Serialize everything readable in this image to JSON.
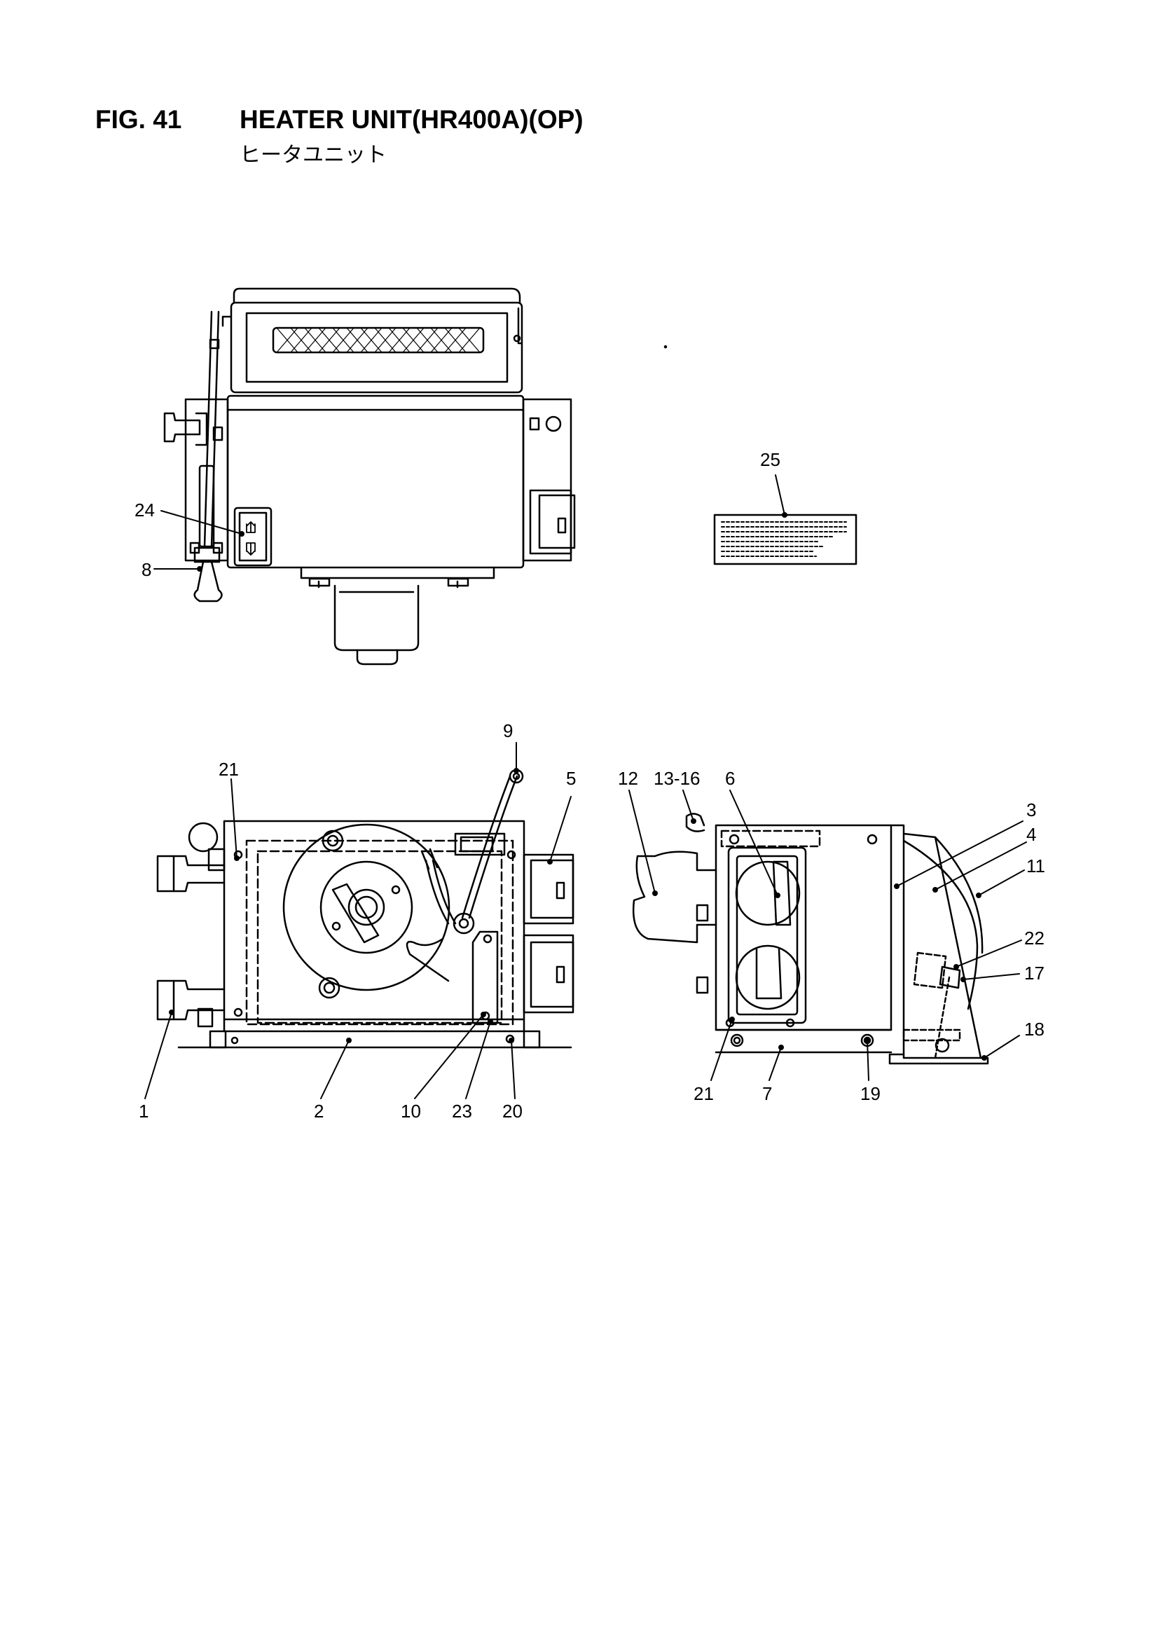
{
  "figure": {
    "number": "FIG. 41",
    "title": "HEATER UNIT(HR400A)(OP)",
    "subtitle": "ヒータユニット"
  },
  "callouts": {
    "c1": "1",
    "c2": "2",
    "c3": "3",
    "c4": "4",
    "c5": "5",
    "c6": "6",
    "c7": "7",
    "c8": "8",
    "c9": "9",
    "c10": "10",
    "c11": "11",
    "c12": "12",
    "c13_16": "13-16",
    "c17": "17",
    "c18": "18",
    "c19": "19",
    "c20": "20",
    "c21a": "21",
    "c21b": "21",
    "c22": "22",
    "c23": "23",
    "c24": "24",
    "c25": "25"
  }
}
